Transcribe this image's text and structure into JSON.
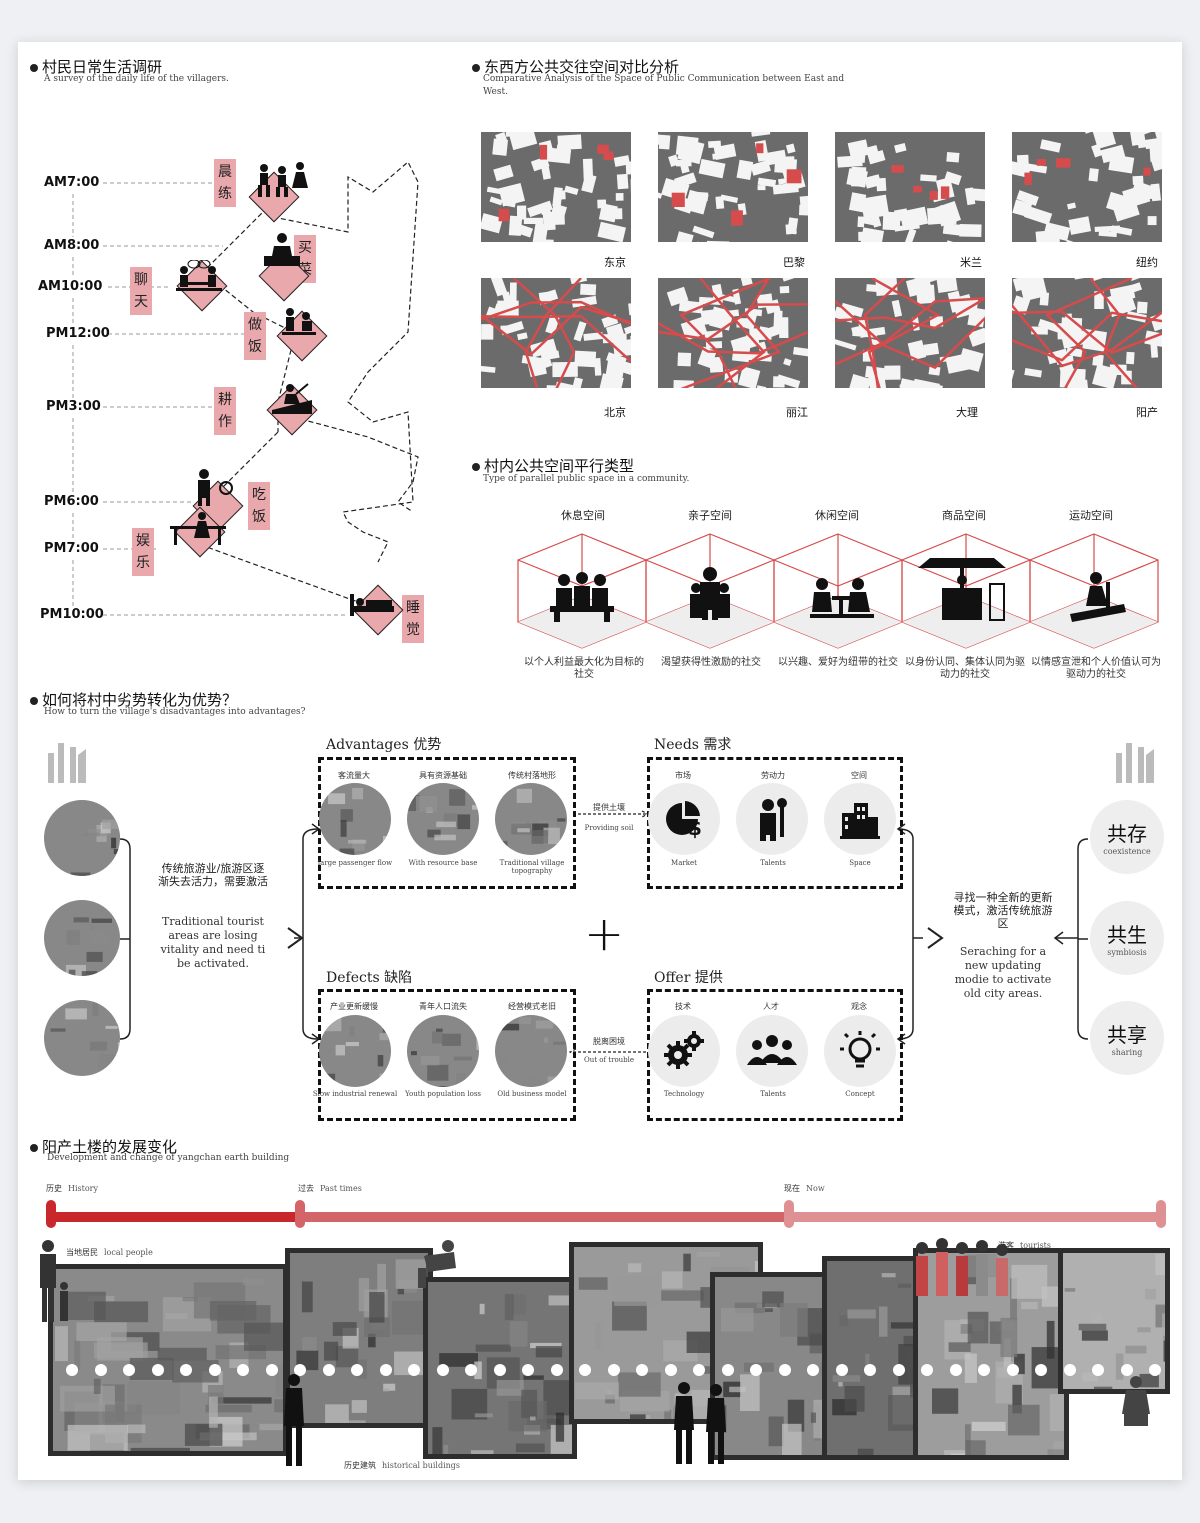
{
  "sections": {
    "daily": {
      "title": "村民日常生活调研",
      "subtitle": "A survey of the daily life of the villagers."
    },
    "compare": {
      "title": "东西方公共交往空间对比分析",
      "subtitle": "Comparative Analysis of the Space of Public Communication between East and West."
    },
    "parallel": {
      "title": "村内公共空间平行类型",
      "subtitle": "Type of parallel public space in a community."
    },
    "transform": {
      "title": "如何将村中劣势转化为优势？",
      "subtitle": "How to turn the village's disadvantages into advantages?"
    },
    "development": {
      "title": "阳产土楼的发展变化",
      "subtitle": "Development and change of yangchan earth building"
    }
  },
  "times": [
    "AM7:00",
    "AM8:00",
    "AM10:00",
    "PM12:00",
    "PM3:00",
    "PM6:00",
    "PM7:00",
    "PM10:00"
  ],
  "activities": [
    "晨练",
    "买菜",
    "聊天",
    "做饭",
    "耕作",
    "吃饭",
    "娱乐",
    "睡觉"
  ],
  "maps": {
    "west": [
      "东京",
      "巴黎",
      "米兰",
      "纽约"
    ],
    "east": [
      "北京",
      "丽江",
      "大理",
      "阳产"
    ]
  },
  "parallel_types": [
    {
      "label": "休息空间",
      "desc": "以个人利益最大化为目标的社交"
    },
    {
      "label": "亲子空间",
      "desc": "渴望获得性激励的社交"
    },
    {
      "label": "休闲空间",
      "desc": "以兴趣、爱好为纽带的社交"
    },
    {
      "label": "商品空间",
      "desc": "以身份认同、集体认同为驱动力的社交"
    },
    {
      "label": "运动空间",
      "desc": "以情感宣泄和个人价值认可为驱动力的社交"
    }
  ],
  "advantages": {
    "title": "Advantages 优势",
    "items": [
      {
        "zh": "客流量大",
        "en": "large passenger flow"
      },
      {
        "zh": "具有资源基础",
        "en": "With resource base"
      },
      {
        "zh": "传统村落地形",
        "en": "Traditional village topography"
      }
    ]
  },
  "needs": {
    "title": "Needs 需求",
    "items": [
      {
        "zh": "市场",
        "en": "Market"
      },
      {
        "zh": "劳动力",
        "en": "Talents"
      },
      {
        "zh": "空间",
        "en": "Space"
      }
    ]
  },
  "defects": {
    "title": "Defects 缺陷",
    "items": [
      {
        "zh": "产业更新缓慢",
        "en": "Slow industrial renewal"
      },
      {
        "zh": "青年人口流失",
        "en": "Youth population loss"
      },
      {
        "zh": "经营模式老旧",
        "en": "Old business model"
      }
    ]
  },
  "offer": {
    "title": "Offer 提供",
    "items": [
      {
        "zh": "技术",
        "en": "Technology"
      },
      {
        "zh": "人才",
        "en": "Talents"
      },
      {
        "zh": "观念",
        "en": "Concept"
      }
    ]
  },
  "links": {
    "provide_zh": "提供土壤",
    "provide_en": "Providing soil",
    "escape_zh": "脱离困境",
    "escape_en": "Out of trouble"
  },
  "left_text": {
    "zh": "传统旅游业/旅游区逐渐失去活力，需要激活",
    "en": "Traditional tourist areas are losing vitality and need ti be activated."
  },
  "right_text": {
    "zh": "寻找一种全新的更新模式，激活传统旅游区",
    "en": "Seraching for a new updating modie to activate old city areas."
  },
  "plus": "+",
  "tags": [
    {
      "zh": "共存",
      "en": "coexistence"
    },
    {
      "zh": "共生",
      "en": "symbiosis"
    },
    {
      "zh": "共享",
      "en": "sharing"
    }
  ],
  "timeline": {
    "history": {
      "zh": "历史",
      "en": "History"
    },
    "past": {
      "zh": "过去",
      "en": "Past times"
    },
    "now": {
      "zh": "现在",
      "en": "Now"
    },
    "locals": {
      "zh": "当地居民",
      "en": "local people"
    },
    "tourists": {
      "zh": "游客",
      "en": "tourists"
    },
    "buildings": {
      "zh": "历史建筑",
      "en": "historical buildings"
    }
  },
  "colors": {
    "accent": "#d64b4b",
    "pink": "#e8a8ac",
    "dark": "#2d2d2d"
  }
}
